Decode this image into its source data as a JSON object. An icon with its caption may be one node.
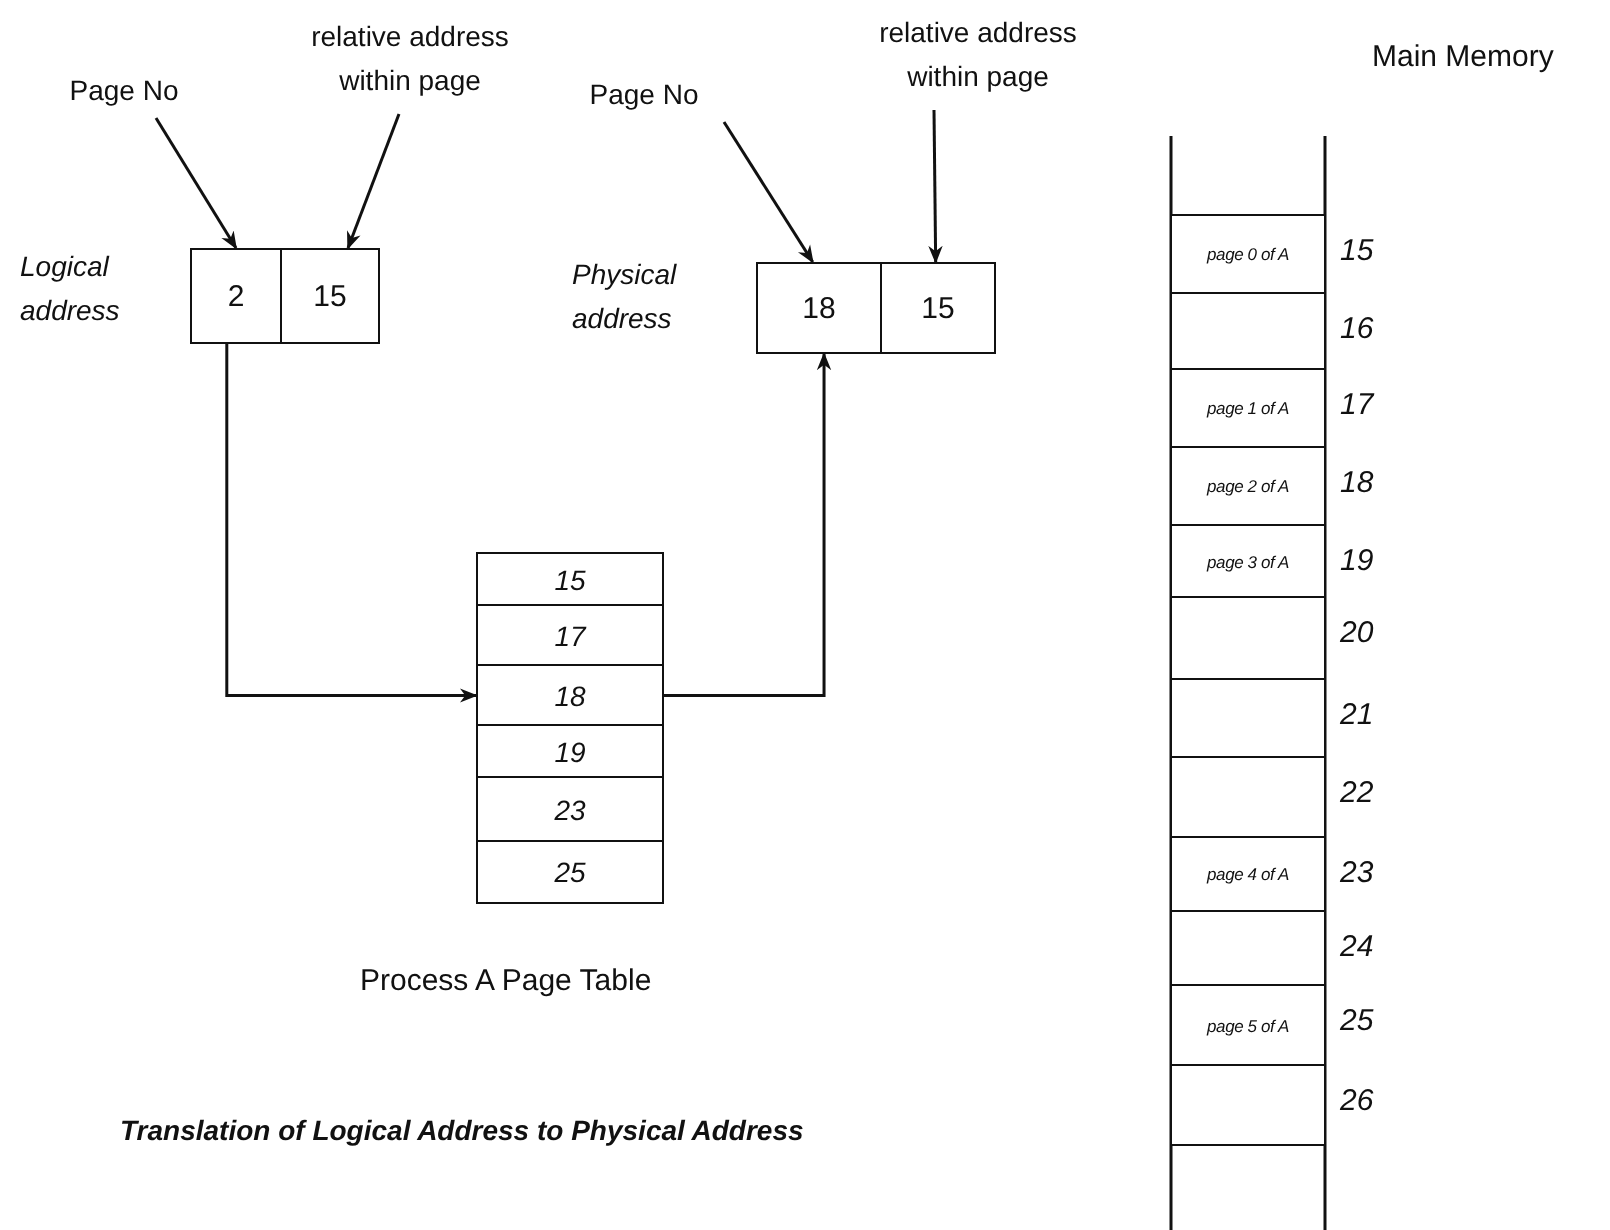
{
  "diagram": {
    "caption": "Translation of Logical Address to Physical Address",
    "nodes": [
      {
        "text": [
          "Page No"
        ]
      },
      {
        "text": [
          "relative address within page"
        ]
      },
      {
        "text": [
          "2"
        ],
        "beside": [
          "Logical address"
        ]
      },
      {
        "text": [
          "15"
        ]
      },
      {
        "text": [
          "Page No"
        ]
      },
      {
        "text": [
          "relative address within page"
        ]
      },
      {
        "text": [
          "18"
        ],
        "beside": [
          "Physical address"
        ]
      },
      {
        "text": [
          "15"
        ]
      },
      {
        "text": [
          "15"
        ]
      },
      {
        "text": [
          "17"
        ]
      },
      {
        "text": [
          "18"
        ]
      },
      {
        "text": [
          "19"
        ]
      },
      {
        "text": [
          "23"
        ]
      },
      {
        "text": [
          "25"
        ]
      },
      {
        "text": [
          "page 0 of A"
        ],
        "beside": [
          "15"
        ]
      },
      {
        "text": [],
        "shape": "box",
        "beside": [
          "16"
        ]
      },
      {
        "text": [
          "page 1 of A"
        ],
        "beside": [
          "17"
        ]
      },
      {
        "text": [
          "page 2 of A"
        ],
        "beside": [
          "18"
        ]
      },
      {
        "text": [
          "page 3 of A"
        ],
        "beside": [
          "19"
        ]
      },
      {
        "text": [],
        "shape": "box",
        "beside": [
          "20"
        ]
      },
      {
        "text": [],
        "shape": "box",
        "beside": [
          "21"
        ]
      },
      {
        "text": [],
        "shape": "box",
        "beside": [
          "22"
        ]
      },
      {
        "text": [
          "page 4 of A"
        ],
        "beside": [
          "23"
        ]
      },
      {
        "text": [],
        "shape": "box",
        "beside": [
          "24"
        ]
      },
      {
        "text": [
          "page 5 of A"
        ],
        "beside": [
          "25"
        ]
      },
      {
        "text": [],
        "shape": "box",
        "beside": [
          "26"
        ]
      }
    ],
    "edges": [
      {
        "from": 0,
        "to": 2,
        "arrow": "to"
      },
      {
        "from": 1,
        "to": 3,
        "arrow": "to"
      },
      {
        "from": 4,
        "to": 6,
        "arrow": "to"
      },
      {
        "from": 5,
        "to": 7,
        "arrow": "to"
      },
      {
        "from": 2,
        "to": 10,
        "arrow": "to"
      },
      {
        "from": 10,
        "to": 6,
        "arrow": "to"
      }
    ],
    "labels": [
      "Main Memory",
      "Process A Page Table"
    ]
  }
}
